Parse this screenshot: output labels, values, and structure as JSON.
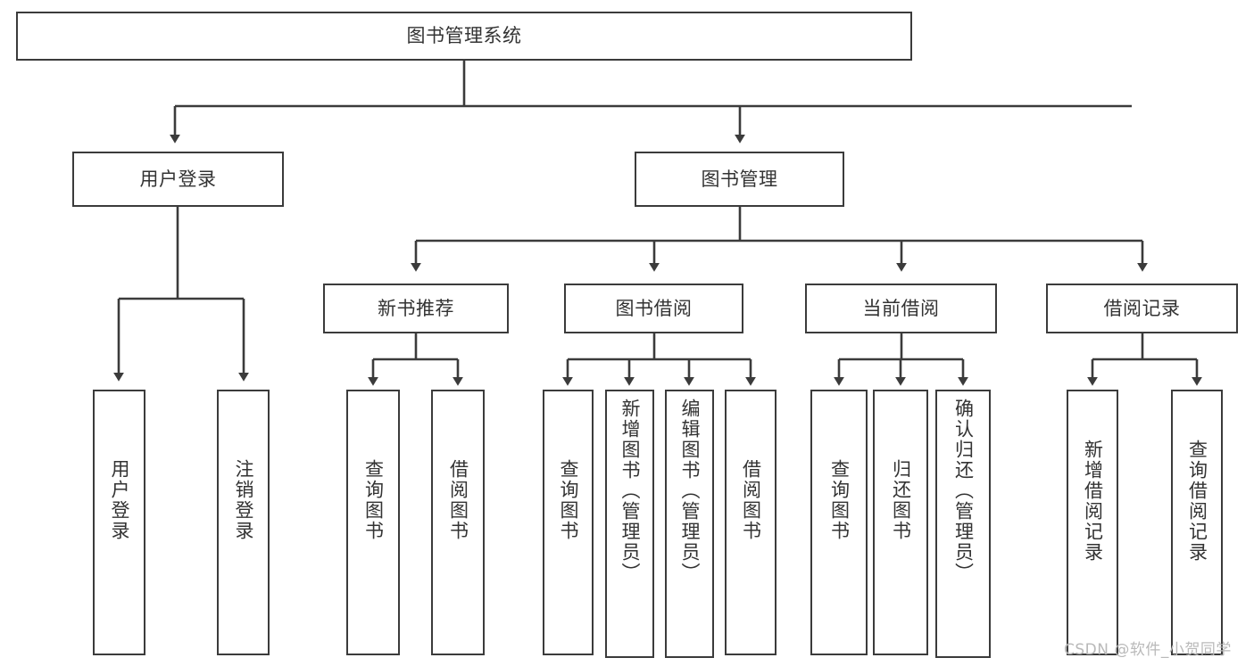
{
  "diagram": {
    "title": "图书管理系统",
    "type": "tree",
    "colors": {
      "stroke": "#3b3b3b",
      "text": "#333333",
      "background": "#ffffff",
      "watermark": "#b9b9b9"
    },
    "root": {
      "label": "图书管理系统"
    },
    "level2": [
      {
        "label": "用户登录"
      },
      {
        "label": "图书管理"
      }
    ],
    "level3": [
      {
        "label": "新书推荐"
      },
      {
        "label": "图书借阅"
      },
      {
        "label": "当前借阅"
      },
      {
        "label": "借阅记录"
      }
    ],
    "leaves": {
      "user_login": [
        {
          "label": "用户登录"
        },
        {
          "label": "注销登录"
        }
      ],
      "new_book_recommend": [
        {
          "label": "查询图书"
        },
        {
          "label": "借阅图书"
        }
      ],
      "book_borrow": [
        {
          "label": "查询图书"
        },
        {
          "label": "新增图书（管理员）"
        },
        {
          "label": "编辑图书（管理员）"
        },
        {
          "label": "借阅图书"
        }
      ],
      "current_borrow": [
        {
          "label": "查询图书"
        },
        {
          "label": "归还图书"
        },
        {
          "label": "确认归还（管理员）"
        }
      ],
      "borrow_record": [
        {
          "label": "新增借阅记录"
        },
        {
          "label": "查询借阅记录"
        }
      ]
    }
  },
  "watermark": {
    "text": "CSDN @软件_小贺同学"
  }
}
